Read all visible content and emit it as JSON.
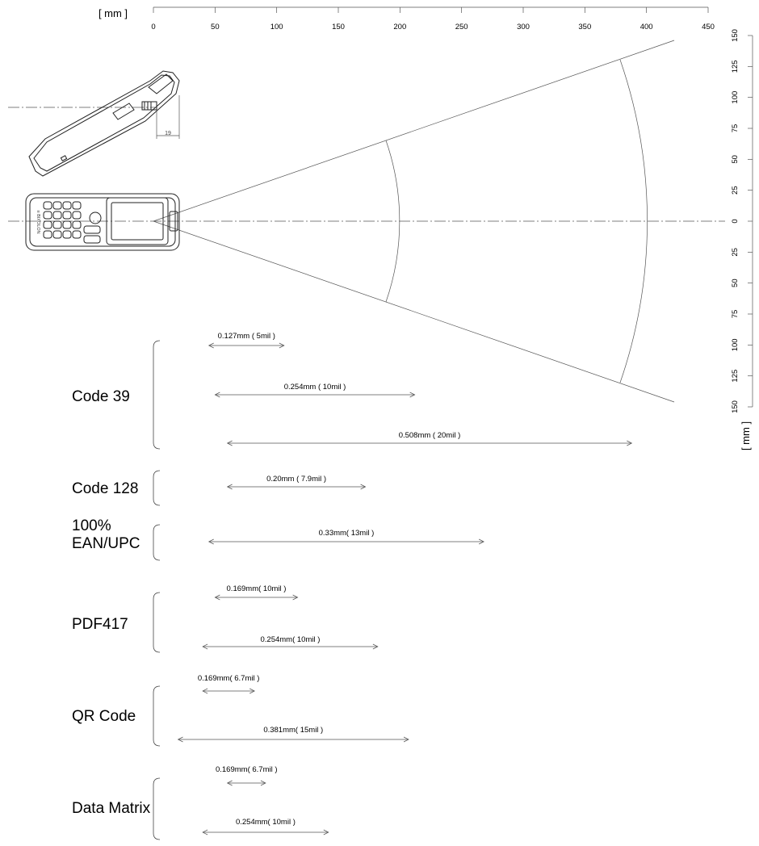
{
  "unit_label": "[ mm ]",
  "x_axis": {
    "unit": "[ mm ]",
    "ticks": [
      0,
      50,
      100,
      150,
      200,
      250,
      300,
      350,
      400,
      450
    ]
  },
  "y_axis": {
    "unit": "[ mm ]",
    "ticks": [
      150,
      125,
      100,
      75,
      50,
      25,
      0,
      25,
      50,
      75,
      100,
      125,
      150
    ]
  },
  "device_dimension": "19",
  "symbologies": [
    {
      "name": "Code 39",
      "ranges": [
        {
          "label": "0.127mm ( 5mil )",
          "from": 45,
          "to": 106
        },
        {
          "label": "0.254mm ( 10mil )",
          "from": 50,
          "to": 212
        },
        {
          "label": "0.508mm ( 20mil )",
          "from": 60,
          "to": 388
        }
      ]
    },
    {
      "name": "Code 128",
      "ranges": [
        {
          "label": "0.20mm ( 7.9mil )",
          "from": 60,
          "to": 172
        }
      ]
    },
    {
      "name": "100%\nEAN/UPC",
      "ranges": [
        {
          "label": "0.33mm( 13mil )",
          "from": 45,
          "to": 268
        }
      ]
    },
    {
      "name": "PDF417",
      "ranges": [
        {
          "label": "0.169mm( 10mil )",
          "from": 50,
          "to": 117
        },
        {
          "label": "0.254mm( 10mil )",
          "from": 40,
          "to": 182
        }
      ]
    },
    {
      "name": "QR Code",
      "ranges": [
        {
          "label": "0.169mm( 6.7mil )",
          "from": 40,
          "to": 82
        },
        {
          "label": "0.381mm( 15mil )",
          "from": 20,
          "to": 207
        }
      ]
    },
    {
      "name": "Data Matrix",
      "ranges": [
        {
          "label": "0.169mm( 6.7mil )",
          "from": 60,
          "to": 91
        },
        {
          "label": "0.254mm( 10mil )",
          "from": 40,
          "to": 142
        }
      ]
    }
  ]
}
